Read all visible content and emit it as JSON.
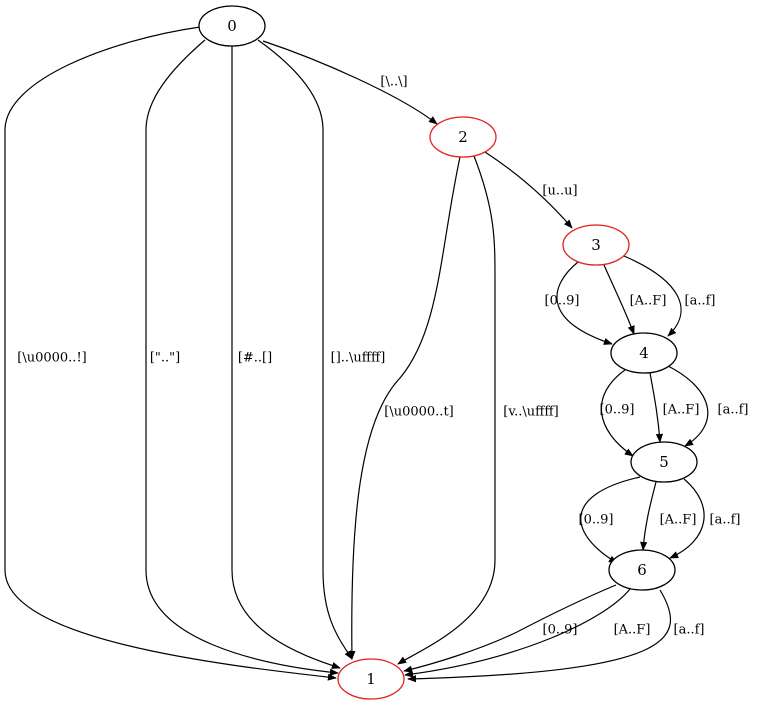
{
  "colors": {
    "node_default": "#000000",
    "node_highlight": "#e32222",
    "edge": "#000000",
    "background": "#ffffff"
  },
  "nodes": [
    {
      "id": "0",
      "label": "0",
      "highlight": false
    },
    {
      "id": "1",
      "label": "1",
      "highlight": true
    },
    {
      "id": "2",
      "label": "2",
      "highlight": true
    },
    {
      "id": "3",
      "label": "3",
      "highlight": true
    },
    {
      "id": "4",
      "label": "4",
      "highlight": false
    },
    {
      "id": "5",
      "label": "5",
      "highlight": false
    },
    {
      "id": "6",
      "label": "6",
      "highlight": false
    }
  ],
  "edges": [
    {
      "from": "0",
      "to": "1",
      "label": "[\\u0000..!]"
    },
    {
      "from": "0",
      "to": "1",
      "label": "[\"..\"]"
    },
    {
      "from": "0",
      "to": "1",
      "label": "[#..[]"
    },
    {
      "from": "0",
      "to": "1",
      "label": "[]..\\uffff]"
    },
    {
      "from": "0",
      "to": "2",
      "label": "[\\..\\]"
    },
    {
      "from": "2",
      "to": "1",
      "label": "[\\u0000..t]"
    },
    {
      "from": "2",
      "to": "1",
      "label": "[v..\\uffff]"
    },
    {
      "from": "2",
      "to": "3",
      "label": "[u..u]"
    },
    {
      "from": "3",
      "to": "4",
      "label": "[0..9]"
    },
    {
      "from": "3",
      "to": "4",
      "label": "[A..F]"
    },
    {
      "from": "3",
      "to": "4",
      "label": "[a..f]"
    },
    {
      "from": "4",
      "to": "5",
      "label": "[0..9]"
    },
    {
      "from": "4",
      "to": "5",
      "label": "[A..F]"
    },
    {
      "from": "4",
      "to": "5",
      "label": "[a..f]"
    },
    {
      "from": "5",
      "to": "6",
      "label": "[0..9]"
    },
    {
      "from": "5",
      "to": "6",
      "label": "[A..F]"
    },
    {
      "from": "5",
      "to": "6",
      "label": "[a..f]"
    },
    {
      "from": "6",
      "to": "1",
      "label": "[0..9]"
    },
    {
      "from": "6",
      "to": "1",
      "label": "[A..F]"
    },
    {
      "from": "6",
      "to": "1",
      "label": "[a..f]"
    }
  ]
}
